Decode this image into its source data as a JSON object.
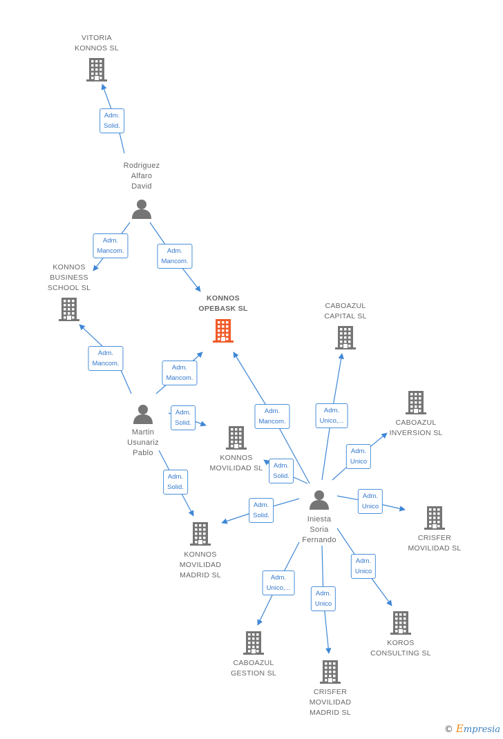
{
  "colors": {
    "accent": "#3d86d6",
    "company": "#757575",
    "main_company": "#f05a28",
    "person": "#757575"
  },
  "nodes": [
    {
      "id": "vitoria",
      "type": "company",
      "label": "VITORIA\nKONNOS  SL"
    },
    {
      "id": "rodriguez",
      "type": "person",
      "label": "Rodriguez\nAlfaro\nDavid"
    },
    {
      "id": "business",
      "type": "company",
      "label": "KONNOS\nBUSINESS\nSCHOOL  SL"
    },
    {
      "id": "opebask",
      "type": "main",
      "label": "KONNOS\nOPEBASK  SL"
    },
    {
      "id": "capital",
      "type": "company",
      "label": "CABOAZUL\nCAPITAL  SL"
    },
    {
      "id": "inversion",
      "type": "company",
      "label": "CABOAZUL\nINVERSION  SL"
    },
    {
      "id": "martin",
      "type": "person",
      "label": "Martin\nUsunariz\nPablo"
    },
    {
      "id": "movilidad",
      "type": "company",
      "label": "KONNOS\nMOVILIDAD  SL"
    },
    {
      "id": "movmadrid",
      "type": "company",
      "label": "KONNOS\nMOVILIDAD\nMADRID  SL"
    },
    {
      "id": "iniesta",
      "type": "person",
      "label": "Iniesta\nSoria\nFernando"
    },
    {
      "id": "crisfer",
      "type": "company",
      "label": "CRISFER\nMOVILIDAD  SL"
    },
    {
      "id": "koros",
      "type": "company",
      "label": "KOROS\nCONSULTING SL"
    },
    {
      "id": "gestion",
      "type": "company",
      "label": "CABOAZUL\nGESTION  SL"
    },
    {
      "id": "crisfermadrid",
      "type": "company",
      "label": "CRISFER\nMOVILIDAD\nMADRID  SL"
    }
  ],
  "edges": [
    {
      "from": "rodriguez",
      "to": "vitoria",
      "label": "Adm.\nSolid."
    },
    {
      "from": "rodriguez",
      "to": "business",
      "label": "Adm.\nMancom."
    },
    {
      "from": "rodriguez",
      "to": "opebask",
      "label": "Adm.\nMancom."
    },
    {
      "from": "martin",
      "to": "business",
      "label": "Adm.\nMancom."
    },
    {
      "from": "martin",
      "to": "opebask",
      "label": "Adm.\nMancom."
    },
    {
      "from": "martin",
      "to": "movilidad",
      "label": "Adm.\nSolid."
    },
    {
      "from": "martin",
      "to": "movmadrid",
      "label": "Adm.\nSolid."
    },
    {
      "from": "iniesta",
      "to": "opebask",
      "label": "Adm.\nMancom."
    },
    {
      "from": "iniesta",
      "to": "capital",
      "label": "Adm.\nUnico,..."
    },
    {
      "from": "iniesta",
      "to": "inversion",
      "label": "Adm.\nUnico"
    },
    {
      "from": "iniesta",
      "to": "movilidad",
      "label": "Adm.\nSolid."
    },
    {
      "from": "iniesta",
      "to": "movmadrid",
      "label": "Adm.\nSolid."
    },
    {
      "from": "iniesta",
      "to": "crisfer",
      "label": "Adm.\nUnico"
    },
    {
      "from": "iniesta",
      "to": "koros",
      "label": "Adm.\nUnico"
    },
    {
      "from": "iniesta",
      "to": "gestion",
      "label": "Adm.\nUnico,..."
    },
    {
      "from": "iniesta",
      "to": "crisfermadrid",
      "label": "Adm.\nUnico"
    }
  ],
  "footer": {
    "copyright": "©",
    "brand_initial": "E",
    "brand_rest": "mpresia"
  }
}
